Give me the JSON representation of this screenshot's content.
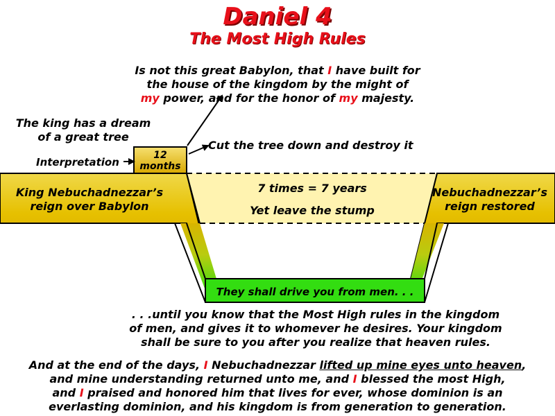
{
  "title": "Daniel 4",
  "subtitle": "The Most High Rules",
  "quote": {
    "l1a": "Is not this great Babylon, that ",
    "l1red": "I",
    "l1b": " have built for",
    "l2": "the house of the kingdom by the might of",
    "l3red1": "my",
    "l3mid": " power, and for the honor of ",
    "l3red2": "my",
    "l3end": " majesty."
  },
  "dream": {
    "l1": "The king has a dream",
    "l2": "of a great tree"
  },
  "interpretation": "Interpretation",
  "months": {
    "num": "12",
    "unit": "months"
  },
  "cut": "Cut the tree down and destroy it",
  "reign": {
    "l1": "King Nebuchadnezzar’s",
    "l2": "reign over Babylon"
  },
  "restored": {
    "l1": "Nebuchadnezzar’s",
    "l2": "reign restored"
  },
  "times": "7 times = 7 years",
  "stump": "Yet leave the stump",
  "drive": "They shall drive you from men. . .",
  "until": {
    "l1": ". . .until you know that the Most High rules in the kingdom",
    "l2": "of men, and gives it to whomever he desires. Your kingdom",
    "l3": "shall be sure to you after you realize that heaven rules."
  },
  "final": {
    "l1a": "And at the end of the days, ",
    "l1red": "I",
    "l1b": " Nebuchadnezzar ",
    "l1u": "lifted up mine eyes unto heaven",
    "l1c": ",",
    "l2a": "and mine understanding returned unto me, and ",
    "l2red": "I",
    "l2b": " blessed the most High,",
    "l3a": "and ",
    "l3red": "I",
    "l3b": " praised and honored him that lives for ever, whose dominion is an",
    "l4": "everlasting dominion, and his kingdom is from generation to generation."
  },
  "colors": {
    "accent": "#e8101a",
    "gold": "#e8c400",
    "green": "#33dd11",
    "pale": "#fff3b0"
  }
}
